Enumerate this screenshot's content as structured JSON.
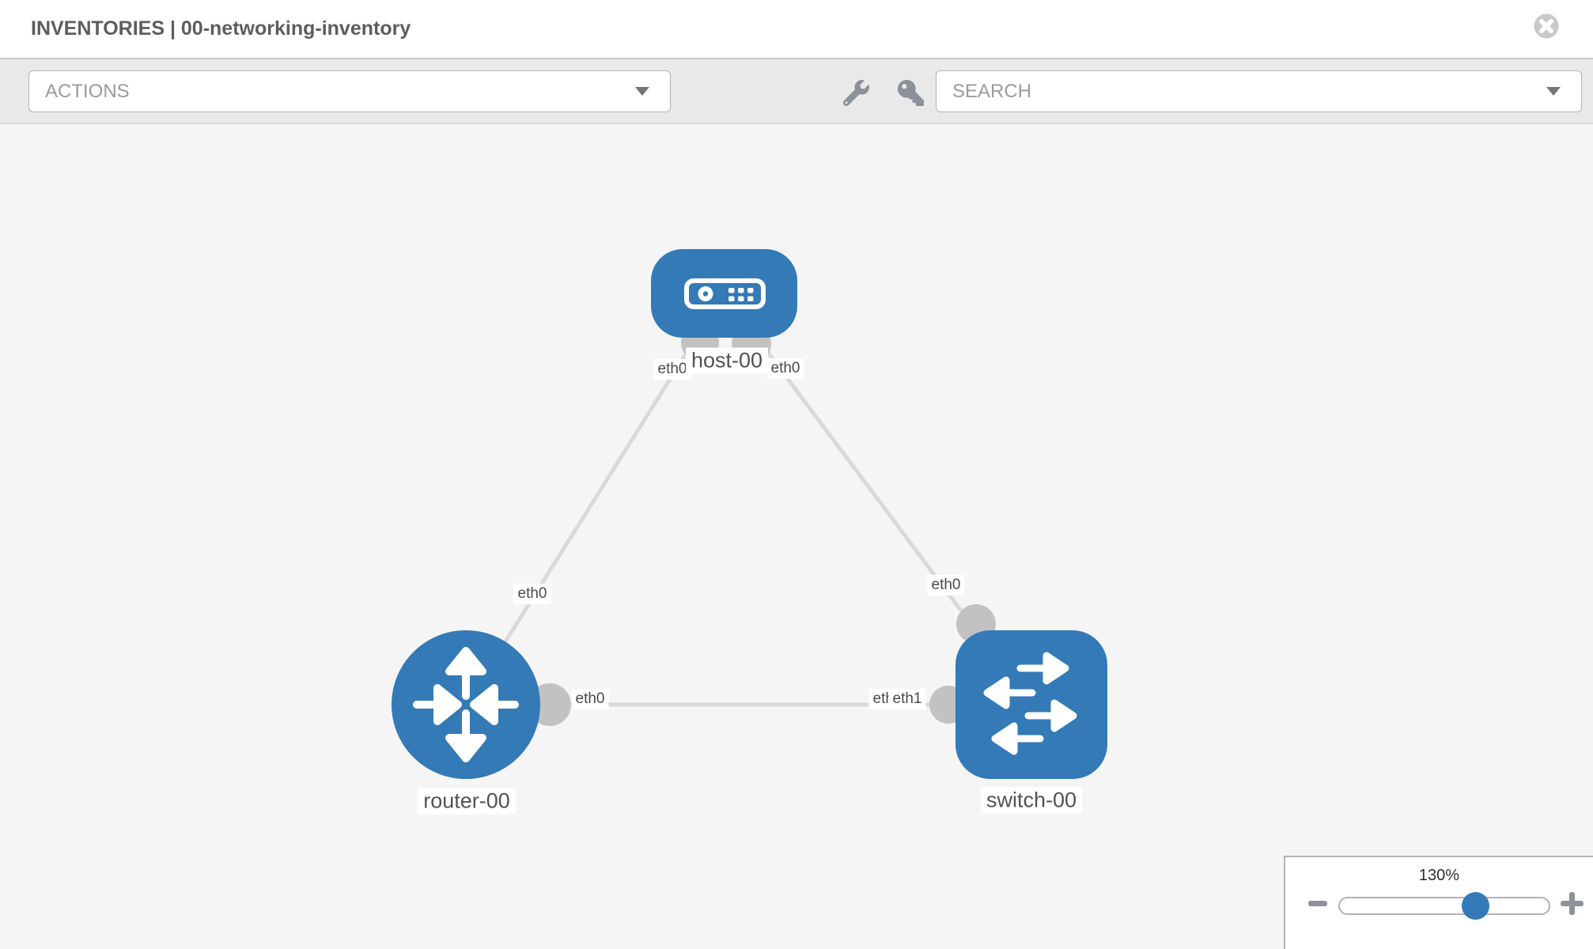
{
  "header": {
    "title": "INVENTORIES | 00-networking-inventory",
    "close_icon": "circle-x"
  },
  "toolbar": {
    "actions_label": "ACTIONS",
    "search_placeholder": "SEARCH",
    "icons": {
      "left": "wrench-icon",
      "right": "key-icon"
    }
  },
  "topology": {
    "nodes": [
      {
        "id": "host-00",
        "label": "host-00",
        "type": "host",
        "icon": "server-icon"
      },
      {
        "id": "router-00",
        "label": "router-00",
        "type": "router",
        "icon": "router-arrows-icon"
      },
      {
        "id": "switch-00",
        "label": "switch-00",
        "type": "switch",
        "icon": "switch-arrows-icon"
      }
    ],
    "links": [
      {
        "source": "host-00",
        "target": "router-00",
        "source_interface": "eth0",
        "target_interface": "eth0"
      },
      {
        "source": "host-00",
        "target": "switch-00",
        "source_interface": "eth0",
        "target_interface": "eth0"
      },
      {
        "source": "router-00",
        "target": "switch-00",
        "source_interface": "eth0",
        "target_interface": "eth1",
        "overlapped_label": "eth0"
      }
    ]
  },
  "zoom_control": {
    "level": "130%",
    "minus_icon": "minus-icon",
    "plus_icon": "plus-icon"
  },
  "colors": {
    "node_fill": "#337ab7",
    "link": "#d9d9d9",
    "endpoint": "#c2c2c2",
    "canvas_bg": "#f5f5f6"
  }
}
